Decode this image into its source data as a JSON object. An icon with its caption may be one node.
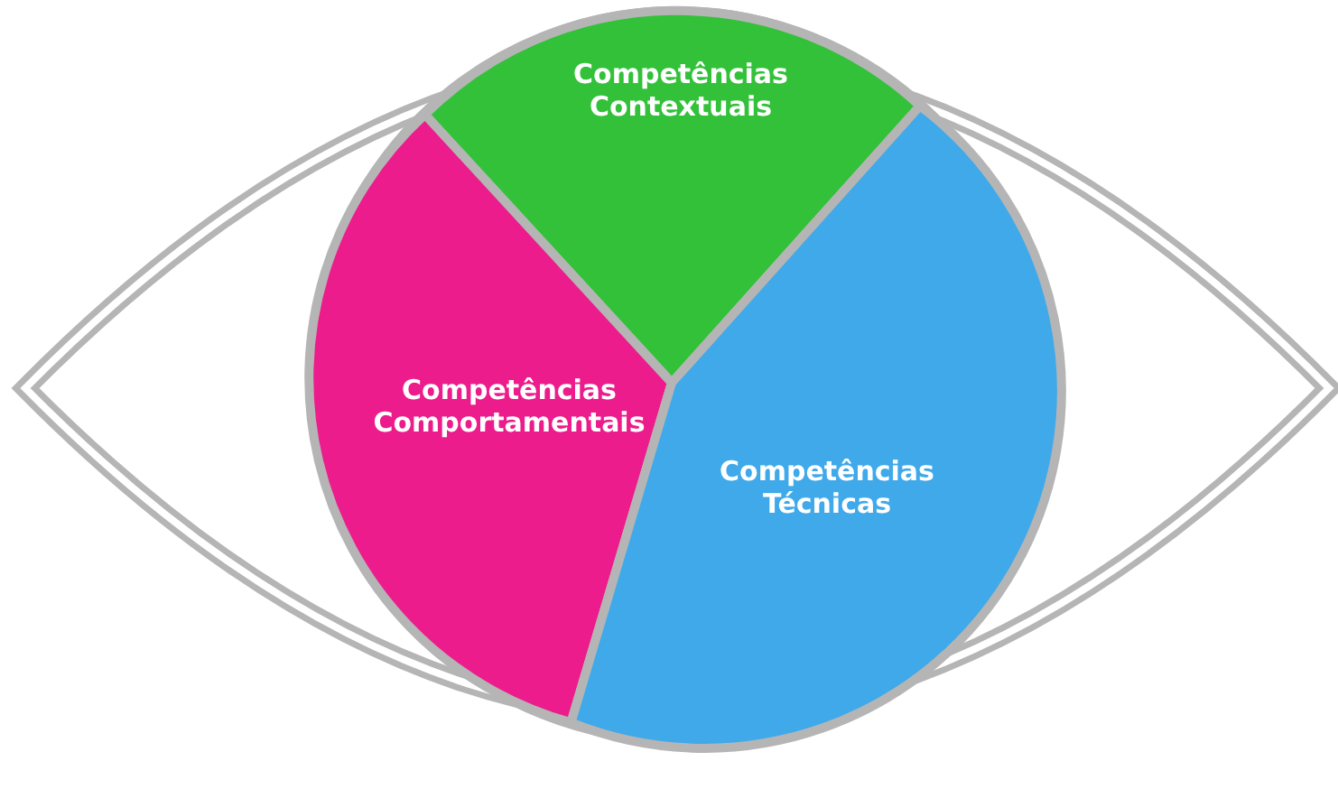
{
  "diagram": {
    "nodes": [
      {
        "text": [
          "Competências Contextuais"
        ]
      },
      {
        "text": [
          "Competências Comportamentais"
        ]
      },
      {
        "text": [
          "Competências Técnicas"
        ]
      }
    ]
  }
}
